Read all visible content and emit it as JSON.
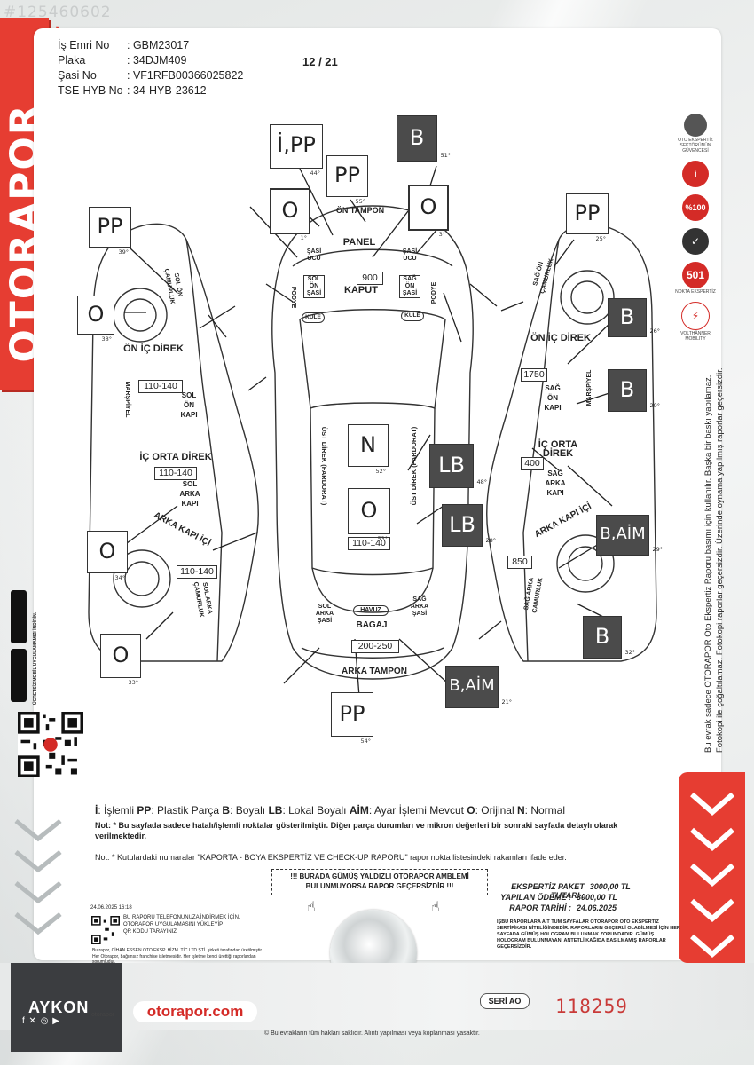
{
  "watermark_id": "#125460602",
  "brand": "OTORAPOR",
  "header": {
    "rows": [
      {
        "label": "İş Emri No",
        "value": ": GBM23017"
      },
      {
        "label": "Plaka",
        "value": ": 34DJM409"
      },
      {
        "label": "Şasi No",
        "value": ": VF1RFB00366025822"
      },
      {
        "label": "TSE-HYB No",
        "value": ": 34-HYB-23612"
      }
    ],
    "page": "12 / 21"
  },
  "tags": {
    "t1": {
      "text": "İ,PP",
      "deg": "44°"
    },
    "t2": {
      "text": "PP",
      "deg": "55°"
    },
    "t3": {
      "text": "B",
      "deg": "51°"
    },
    "t4": {
      "text": "O",
      "deg": "1°"
    },
    "t5": {
      "text": "O",
      "deg": "3°"
    },
    "t6": {
      "text": "PP",
      "deg": "39°"
    },
    "t7": {
      "text": "O",
      "deg": "38°"
    },
    "t8": {
      "text": "PP",
      "deg": "25°"
    },
    "t9": {
      "text": "B",
      "deg": "26°"
    },
    "t10": {
      "text": "B",
      "deg": "20°"
    },
    "t11": {
      "text": "N",
      "deg": "52°"
    },
    "t12": {
      "text": "LB",
      "deg": "48°"
    },
    "t13": {
      "text": "O",
      "deg": "53°"
    },
    "t14": {
      "text": "LB",
      "deg": "28°"
    },
    "t15": {
      "text": "B,AİM",
      "deg": "29°"
    },
    "t16": {
      "text": "O",
      "deg": "34°"
    },
    "t17": {
      "text": "O",
      "deg": "33°"
    },
    "t18": {
      "text": "B",
      "deg": "32°"
    },
    "t19": {
      "text": "B,AİM",
      "deg": "21°"
    },
    "t20": {
      "text": "PP",
      "deg": "54°"
    }
  },
  "measures": {
    "kaput": "900",
    "sol_on_kapi": "110-140",
    "sol_arka_kapi": "110-140",
    "sol_arka_camurluk": "110-140",
    "tavan": "110-140",
    "bagaj": "200-250",
    "sag_on_kapi": "1750",
    "sag_arka_kapi": "400",
    "sag_arka_camurluk": "850"
  },
  "parts": {
    "on_tampon": "ÖN TAMPON",
    "panel": "PANEL",
    "kaput": "KAPUT",
    "sol_on_sasi": "SOL ÖN ŞASİ",
    "sag_on_sasi": "SAĞ ÖN ŞASİ",
    "sasi_ucu_l": "ŞASİ UCU",
    "sasi_ucu_r": "ŞASİ UCU",
    "podye_l": "PODYE",
    "podye_r": "PODYE",
    "kule_l": "KULE",
    "kule_r": "KULE",
    "ust_direk_l": "ÜST DİREK (FARDORAT)",
    "ust_direk_r": "ÜST DİREK (FARDORAT)",
    "sol_arka_sasi": "SOL ARKA ŞASİ",
    "sag_arka_sasi": "SAĞ ARKA ŞASİ",
    "havuz": "HAVUZ",
    "bagaj": "BAGAJ",
    "arka_tampon": "ARKA TAMPON",
    "sol_on_camurluk": "SOL ÖN ÇAMURLUK",
    "on_ic_direk_l": "ÖN İÇ DİREK",
    "marspiyel_l": "MARŞPİYEL",
    "sol_on_kapi": "SOL ÖN KAPI",
    "ic_orta_direk_l": "İÇ ORTA DİREK",
    "sol_arka_kapi": "SOL ARKA KAPI",
    "arka_kapi_ici_l": "ARKA KAPI İÇİ",
    "sol_arka_camurluk": "SOL ARKA ÇAMURLUK",
    "sag_on_camurluk": "SAĞ ÖN ÇAMURLUK",
    "on_ic_direk_r": "ÖN İÇ DİREK",
    "marspiyel_r": "MARŞPİYEL",
    "sag_on_kapi": "SAĞ ÖN KAPI",
    "ic_orta_direk_r": "İÇ ORTA DİREK",
    "sag_arka_kapi": "SAĞ ARKA KAPI",
    "arka_kapi_ici_r": "ARKA KAPI İÇİ",
    "sag_arka_camurluk": "SAĞ ARKA ÇAMURLUK"
  },
  "legend": [
    {
      "key": "İ",
      "desc": ": İşlemli "
    },
    {
      "key": "PP",
      "desc": ": Plastik Parça "
    },
    {
      "key": "B",
      "desc": ": Boyalı "
    },
    {
      "key": "LB",
      "desc": ": Lokal Boyalı "
    },
    {
      "key": "AİM",
      "desc": ": Ayar İşlemi Mevcut "
    },
    {
      "key": "O",
      "desc": ": Orijinal "
    },
    {
      "key": "N",
      "desc": ": Normal"
    }
  ],
  "notes": {
    "note1": "Not: * Bu sayfada sadece hatalı/işlemli noktalar gösterilmiştir. Diğer parça durumları ve mikron değerleri bir sonraki sayfada detaylı olarak verilmektedir.",
    "note2": "Not: * Kutulardaki numaralar \"KAPORTA - BOYA EKSPERTİZ VE CHECK-UP RAPORU\" rapor nokta listesindeki rakamları ifade eder.",
    "ambleme_1": "!!! BURADA GÜMÜŞ YALDIZLI OTORAPOR AMBLEMİ",
    "ambleme_2": "BULUNMUYORSA RAPOR GEÇERSİZDİR !!!"
  },
  "fees": [
    {
      "label": "EKSPERTİZ PAKET TUTARI :",
      "value": "3000,00 TL"
    },
    {
      "label": "YAPILAN ÖDEME :",
      "value": "3000,00 TL"
    },
    {
      "label": "RAPOR TARİHİ :",
      "value": "24.06.2025"
    }
  ],
  "fine_right": "İŞBU RAPORLARA AİT TÜM SAYFALAR OTORAPOR OTO EKSPERTİZ SERTİFİKASI NİTELİĞİNDEDİR. RAPORLARIN GEÇERLİ OLABİLMESİ İÇİN HER SAYFADA GÜMÜŞ HOLOGRAM BULUNMAK ZORUNDADIR. GÜMÜŞ HOLOGRAM BULUNMAYAN, ANTETLİ KAĞIDA BASILMAMIŞ RAPORLAR GEÇERSİZDİR.",
  "print_date": "24.06.2025 16:18",
  "app_lines": [
    "BU RAPORU TELEFONUNUZA İNDİRMEK İÇİN,",
    "OTORAPOR UYGULAMASINI YÜKLEYİP",
    "QR KODU TARAYINIZ"
  ],
  "fine_left": "Bu rapor, CİHAN ESSEN OTO EKSP. HİZM. TİC LTD ŞTİ. şirketi tarafından üretilmiştir. Her Otorapor, bağımsız franchise işletmesidir. Her işletme kendi ürettiği raporlardan sorumludur.",
  "side_note": [
    "Bu evrak sadece OTORAPOR Oto Ekspertiz Raporu basımı için kullanılır. Başka bir baskı yapılamaz.",
    "Fotokopi ile çoğaltılamaz. Fotokopi raporlar geçersizdir. Üzerinde oynama yapılmış raporlar geçersizdir."
  ],
  "store_text": "ÜCRETSİZ MOBİL UYGULAMAMIZI İNDİRİN.",
  "right_icons": [
    {
      "text": "",
      "label": "OTO EKSPERTİZ SEKTÖRÜNÜN GÜVENCESİ"
    },
    {
      "text": "i",
      "label": ""
    },
    {
      "text": "%100",
      "label": ""
    },
    {
      "text": "✓",
      "label": ""
    },
    {
      "text": "501",
      "label": "NOKTA EKSPERTİZ"
    },
    {
      "text": "⚡",
      "label": "VOLTHÄNNER MOBILITY"
    }
  ],
  "footer": {
    "dealer": "AYKON",
    "social": "f ✕ ◎ ▶",
    "brand_handle": "otorapor",
    "website": "otorapor.com",
    "seri": "SERİ AO",
    "serial": "118259",
    "copyright": "© Bu evrakların tüm hakları saklıdır. Alıntı yapılması veya koplanması yasaktır."
  }
}
